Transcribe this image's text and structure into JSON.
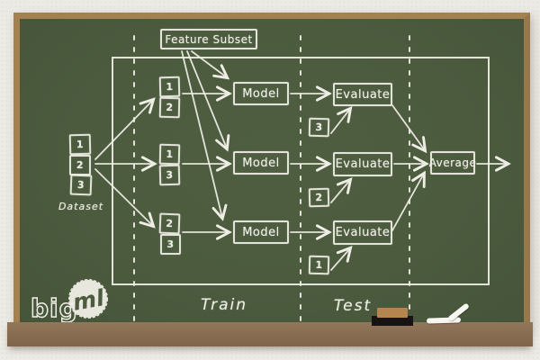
{
  "diagram": {
    "feature_subset": {
      "label": "Feature Subset"
    },
    "dataset": {
      "label": "Dataset",
      "folds": [
        "1",
        "2",
        "3"
      ]
    },
    "rows": [
      {
        "train_folds": [
          "1",
          "2"
        ],
        "model": "Model",
        "test_fold": "3",
        "evaluate": "Evaluate"
      },
      {
        "train_folds": [
          "1",
          "3"
        ],
        "model": "Model",
        "test_fold": "2",
        "evaluate": "Evaluate"
      },
      {
        "train_folds": [
          "2",
          "3"
        ],
        "model": "Model",
        "test_fold": "1",
        "evaluate": "Evaluate"
      }
    ],
    "average": {
      "label": "Average"
    },
    "phases": {
      "train": "Train",
      "test": "Test"
    }
  },
  "logo": {
    "big": "big",
    "ml": "ml"
  },
  "colors": {
    "background": "#eceae4",
    "board": "#4c5b3e",
    "frame": "#a3824f",
    "tray": "#8a6e53",
    "chalk": "#efeee6",
    "eraser_body": "#161312",
    "eraser_top": "#b5854f"
  }
}
